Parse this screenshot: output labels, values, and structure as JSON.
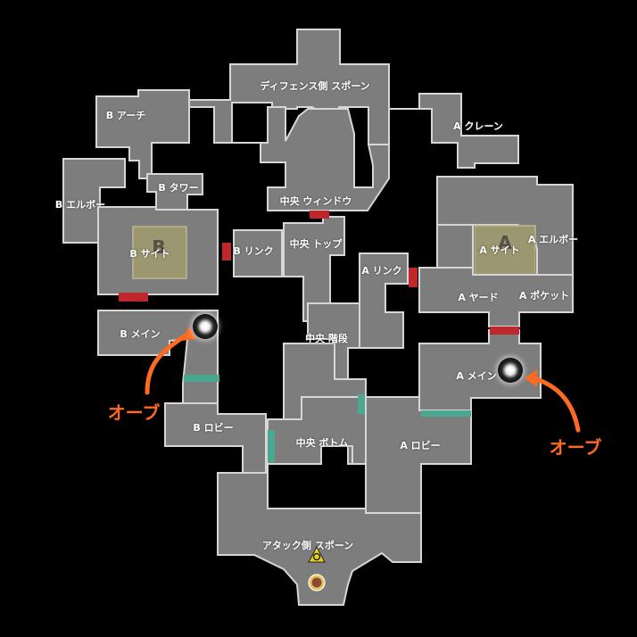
{
  "map": {
    "labels": {
      "defender_spawn": "ディフェンス側 スポーン",
      "b_arch": "B アーチ",
      "b_tower": "B タワー",
      "b_elbow": "B エルボー",
      "b_site": "B サイト",
      "b_link": "B リンク",
      "b_main": "B メイン",
      "b_lobby": "B ロビー",
      "mid_window": "中央 ウィンドウ",
      "mid_top": "中央 トップ",
      "mid_stairs": "中央 階段",
      "mid_bottom": "中央 ボトム",
      "a_crane": "A クレーン",
      "a_elbow": "A エルボー",
      "a_site": "A サイト",
      "a_link": "A リンク",
      "a_yard": "A ヤード",
      "a_pocket": "A ポケット",
      "a_main": "A メイン",
      "a_lobby": "A ロビー",
      "attacker_spawn": "アタック側 スポーン"
    },
    "site_letters": {
      "b": "B",
      "a": "A"
    },
    "orb_callouts": {
      "left": "オーブ",
      "right": "オーブ"
    },
    "icons": {
      "orb": "orb-pickup-icon",
      "spike": "spike-icon",
      "agent": "agent-icon",
      "arrow": "curved-arrow-icon"
    },
    "colors": {
      "floor": "#7d7d7d",
      "wall": "#d6d6d6",
      "site": "#9b9770",
      "red_door": "#c0272d",
      "teal_door": "#4aa891",
      "callout": "#ff6a21",
      "background": "#000000"
    }
  }
}
